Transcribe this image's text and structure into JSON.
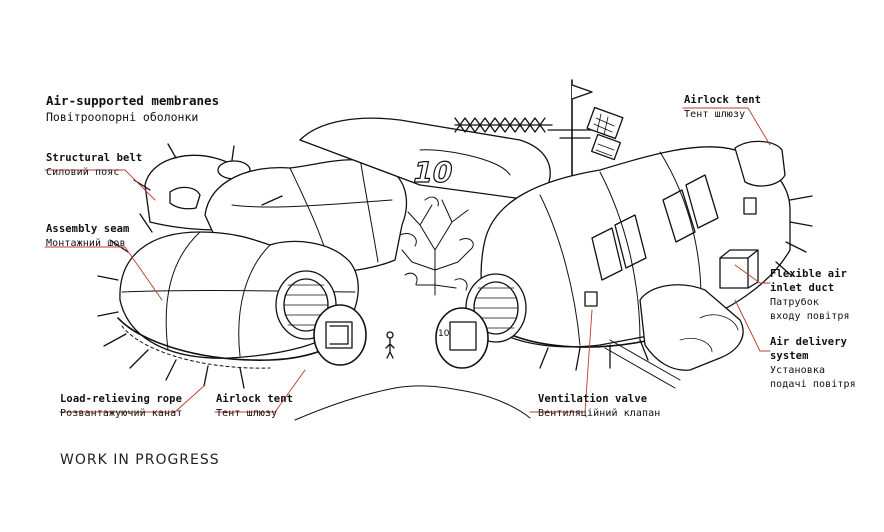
{
  "title": {
    "en": "Air-supported membranes",
    "ua": "Повітроопорні оболонки"
  },
  "labels": {
    "structural_belt": {
      "en": "Structural belt",
      "ua": "Силовий пояс"
    },
    "assembly_seam": {
      "en": "Assembly seam",
      "ua": "Монтажний шов"
    },
    "load_relieving_rope": {
      "en": "Load-relieving rope",
      "ua": "Розвантажуючий канат"
    },
    "airlock_tent_bottom": {
      "en": "Airlock tent",
      "ua": "Тент шлюзу"
    },
    "ventilation_valve": {
      "en": "Ventilation valve",
      "ua": "Вентиляційний клапан"
    },
    "airlock_tent_top": {
      "en": "Airlock tent",
      "ua": "Тент шлюзу"
    },
    "flexible_air_inlet": {
      "en_1": "Flexible air",
      "en_2": "inlet duct",
      "ua_1": "Патрубок",
      "ua_2": "входу повітря"
    },
    "air_delivery": {
      "en_1": "Air delivery",
      "en_2": "system",
      "ua_1": "Установка",
      "ua_2": "подачі повітря"
    }
  },
  "markings": {
    "dome_number": "10",
    "airlock_number": "10"
  },
  "footer": "WORK IN PROGRESS",
  "colors": {
    "ink": "#111111",
    "leader": "#c0392b"
  }
}
